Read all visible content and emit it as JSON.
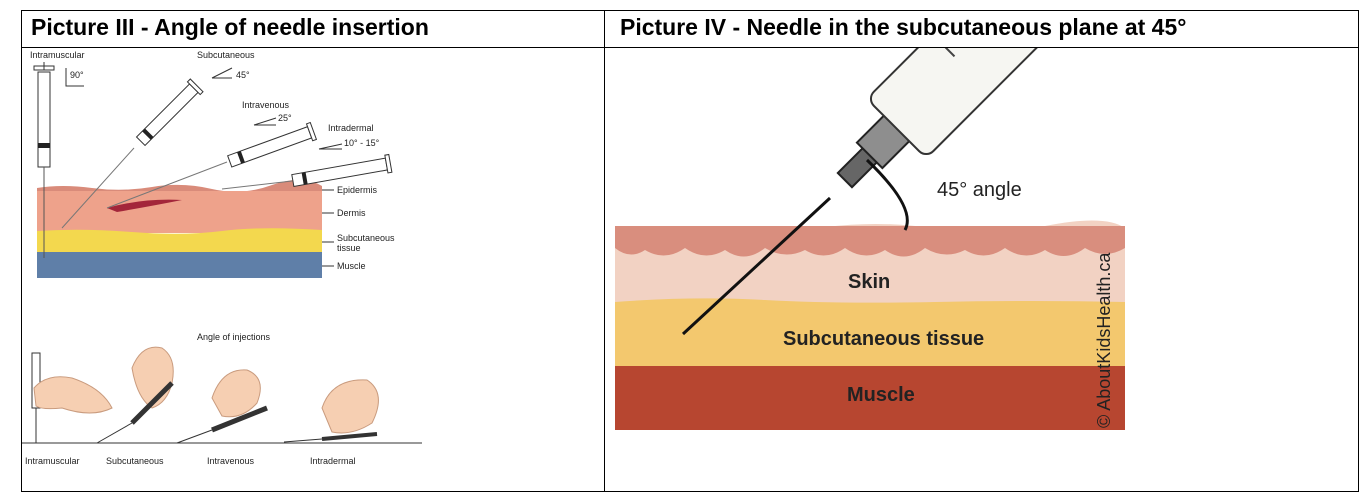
{
  "left_panel": {
    "title": "Picture III - Angle of needle insertion",
    "top_labels": {
      "intramuscular": "Intramuscular",
      "intramuscular_angle": "90°",
      "subcutaneous": "Subcutaneous",
      "subcutaneous_angle": "45°",
      "intravenous": "Intravenous",
      "intravenous_angle": "25°",
      "intradermal": "Intradermal",
      "intradermal_angle": "10° - 15°"
    },
    "layer_labels": {
      "epidermis": "Epidermis",
      "dermis": "Dermis",
      "subcutaneous_1": "Subcutaneous",
      "subcutaneous_2": "tissue",
      "muscle": "Muscle"
    },
    "bottom": {
      "title": "Angle of injections",
      "labels": [
        "Intramuscular",
        "Subcutaneous",
        "Intravenous",
        "Intradermal"
      ]
    }
  },
  "right_panel": {
    "title": "Picture IV - Needle in the subcutaneous plane at 45°",
    "angle_label": "45° angle",
    "skin": "Skin",
    "subcutaneous": "Subcutaneous tissue",
    "muscle": "Muscle",
    "watermark": "© AboutKidsHealth.ca"
  },
  "colors": {
    "epidermis": "#e69a86",
    "dermis": "#f0a088",
    "subcutaneous": "#f4d64a",
    "muscle": "#5d7ea6",
    "right_skin": "#f3d2c2",
    "right_subq": "#f6cd74",
    "right_muscle": "#bd4a33"
  }
}
